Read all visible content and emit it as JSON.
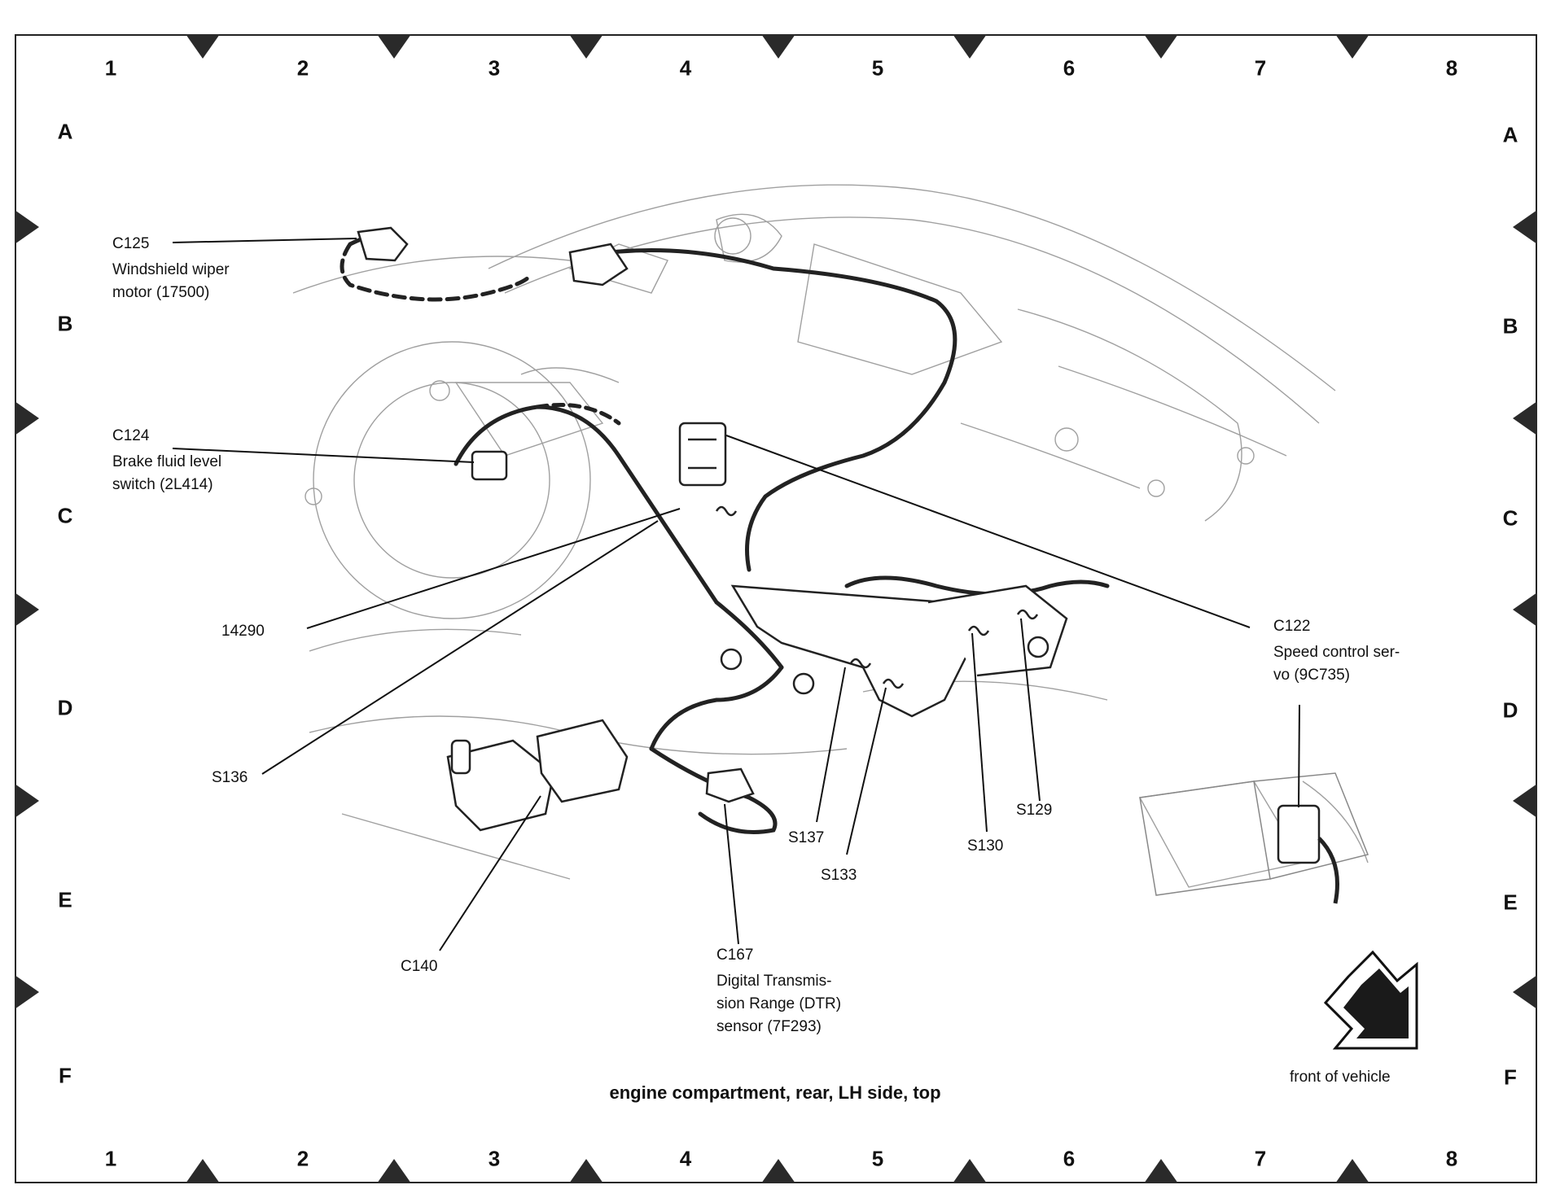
{
  "grid": {
    "columns": [
      "1",
      "2",
      "3",
      "4",
      "5",
      "6",
      "7",
      "8"
    ],
    "rows": [
      "A",
      "B",
      "C",
      "D",
      "E",
      "F"
    ]
  },
  "labels": {
    "c125_id": "C125",
    "c125_desc1": "Windshield wiper",
    "c125_desc2": "motor (17500)",
    "c124_id": "C124",
    "c124_desc1": "Brake fluid level",
    "c124_desc2": "switch (2L414)",
    "part_14290": "14290",
    "s136": "S136",
    "c122_id": "C122",
    "c122_desc1": "Speed control ser-",
    "c122_desc2": "vo (9C735)",
    "s137": "S137",
    "s133": "S133",
    "s130": "S130",
    "s129": "S129",
    "c140": "C140",
    "c167_id": "C167",
    "c167_desc1": "Digital Transmis-",
    "c167_desc2": "sion Range (DTR)",
    "c167_desc3": "sensor (7F293)",
    "front_of_vehicle": "front of vehicle"
  },
  "caption": "engine compartment, rear, LH side, top",
  "colors": {
    "ink": "#111111",
    "sketch": "#9a9a9a",
    "marker": "#2a2a2a",
    "harness": "#222222"
  }
}
